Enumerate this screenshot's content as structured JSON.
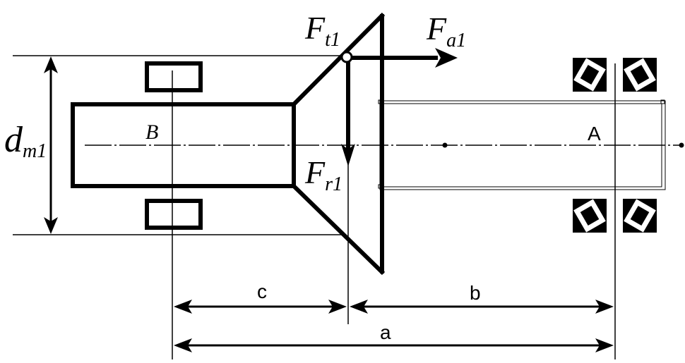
{
  "labels": {
    "d_main": "d",
    "d_sub": "m1",
    "Ft_main": "F",
    "Ft_sub": "t1",
    "Fa_main": "F",
    "Fa_sub": "a1",
    "Fr_main": "F",
    "Fr_sub": "r1",
    "B": "B",
    "A": "A",
    "c": "c",
    "b": "b",
    "a": "a"
  }
}
